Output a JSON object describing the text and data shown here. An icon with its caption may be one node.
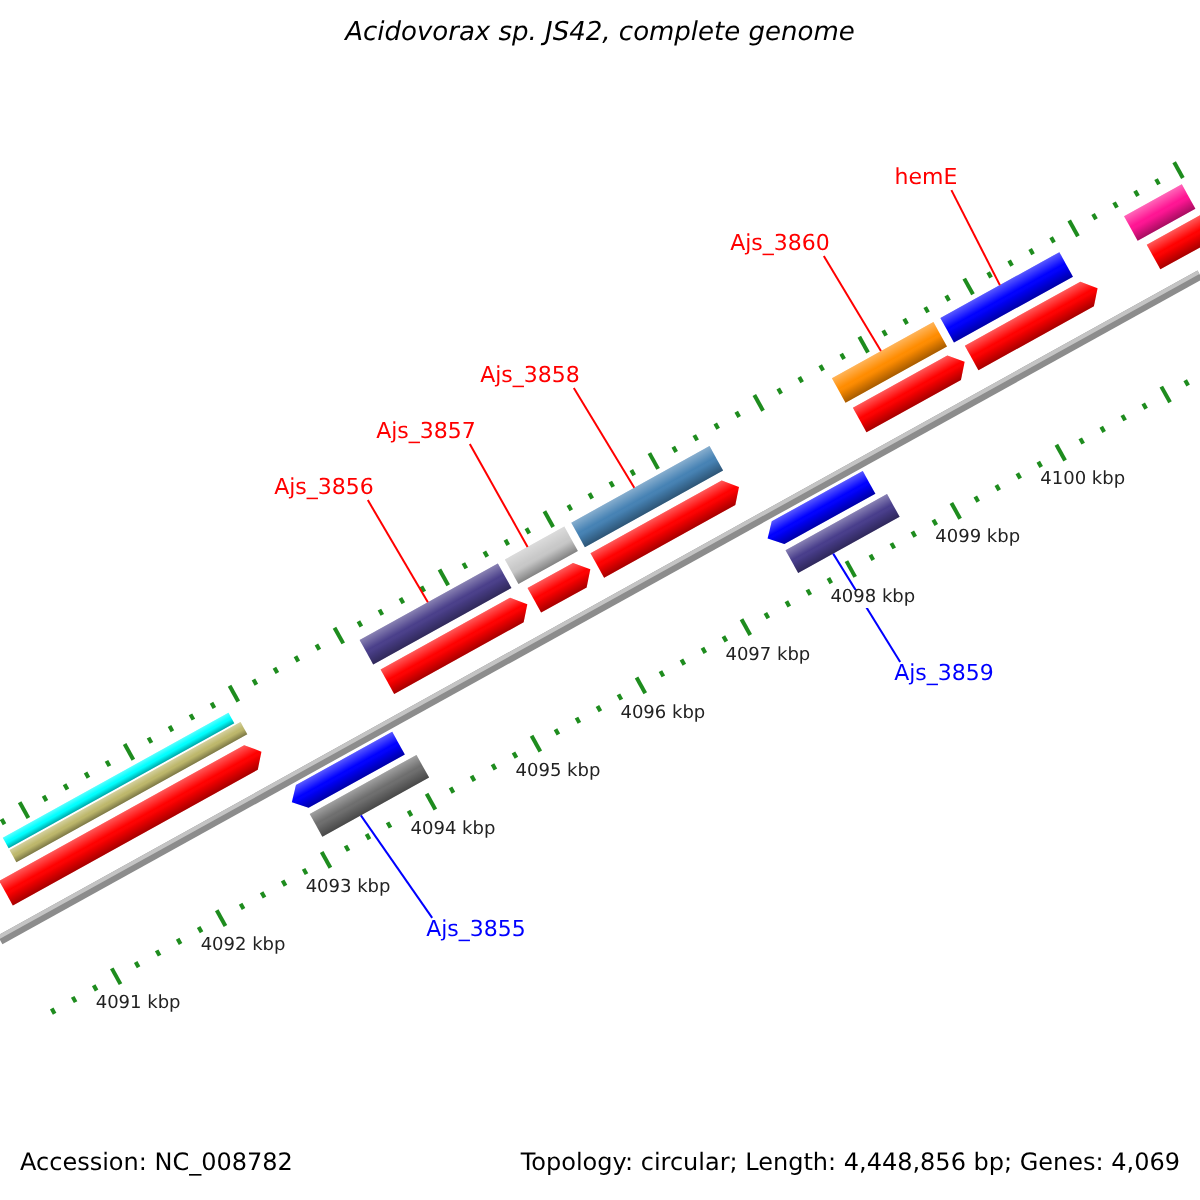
{
  "diagram": {
    "title": "Acidovorax sp. JS42, complete genome",
    "nodes": [
      {
        "text": [
          "hemE"
        ]
      },
      {
        "text": [
          "Ajs_3860"
        ]
      },
      {
        "text": [
          "Ajs_3858"
        ]
      },
      {
        "text": [
          "Ajs_3857"
        ]
      },
      {
        "text": [
          "Ajs_3856"
        ]
      },
      {
        "text": [
          "Ajs_3859"
        ]
      },
      {
        "text": [
          "Ajs_3855"
        ]
      },
      {
        "text": [],
        "shape": "bar"
      },
      {
        "text": [],
        "shape": "bar"
      },
      {
        "text": [],
        "shape": "bar"
      },
      {
        "text": [],
        "shape": "bar"
      },
      {
        "text": [],
        "shape": "bar"
      },
      {
        "text": [],
        "shape": "bar"
      },
      {
        "text": [],
        "shape": "bar"
      }
    ],
    "edges": [
      {
        "from": 0,
        "to": 13,
        "arrow": "none"
      },
      {
        "from": 1,
        "to": 12,
        "arrow": "none"
      },
      {
        "from": 2,
        "to": 10,
        "arrow": "none"
      },
      {
        "from": 3,
        "to": 9,
        "arrow": "none"
      },
      {
        "from": 4,
        "to": 8,
        "arrow": "none"
      },
      {
        "from": 5,
        "to": 11,
        "arrow": "none",
        "color": "#0000ff"
      },
      {
        "from": 6,
        "to": 7,
        "arrow": "none",
        "color": "#0000ff"
      }
    ],
    "labels": [
      "4100 kbp",
      "4099 kbp",
      "4098 kbp",
      "4097 kbp",
      "4096 kbp",
      "4095 kbp",
      "4094 kbp",
      "4093 kbp",
      "4092 kbp",
      "4091 kbp",
      "Accession: NC_008782",
      "Topology: circular; Length: 4,448,856 bp; Genes: 4,069"
    ]
  }
}
